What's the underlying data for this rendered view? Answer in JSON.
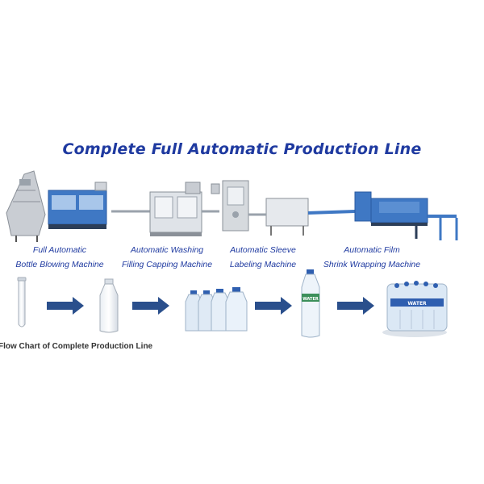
{
  "title": "Complete Full Automatic Production Line",
  "stages": [
    {
      "line1": "Full Automatic",
      "line2": "Bottle Blowing Machine"
    },
    {
      "line1": "Automatic Washing",
      "line2": "Filling Capping Machine"
    },
    {
      "line1": "Automatic Sleeve",
      "line2": "Labeling Machine"
    },
    {
      "line1": "Automatic Film",
      "line2": "Shrink Wrapping Machine"
    }
  ],
  "product_label": "WATER",
  "caption": "Flow Chart of Complete Production Line",
  "colors": {
    "title": "#1f3aa0",
    "arrow": "#2a4f8c",
    "machine_blue": "#3f78c4",
    "steel": "#c8ccd2"
  }
}
